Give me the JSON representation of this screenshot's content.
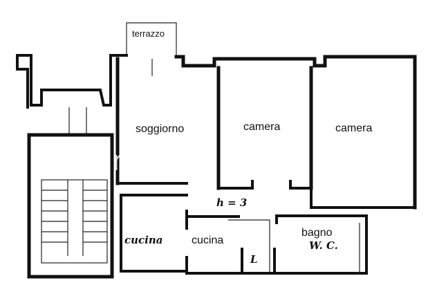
{
  "rooms": {
    "terrazzo": "terrazzo",
    "soggiorno": "soggiorno",
    "camera_1": "camera",
    "camera_2": "camera",
    "cucina_print": "cucina",
    "cucina_hand": "cucina",
    "bagno": "bagno",
    "wc": "W. C.",
    "l_mark": "L"
  },
  "height_note": "h = 3",
  "watermark": "immobiliare.it",
  "colors": {
    "wall": "#111111",
    "background": "#ffffff"
  }
}
